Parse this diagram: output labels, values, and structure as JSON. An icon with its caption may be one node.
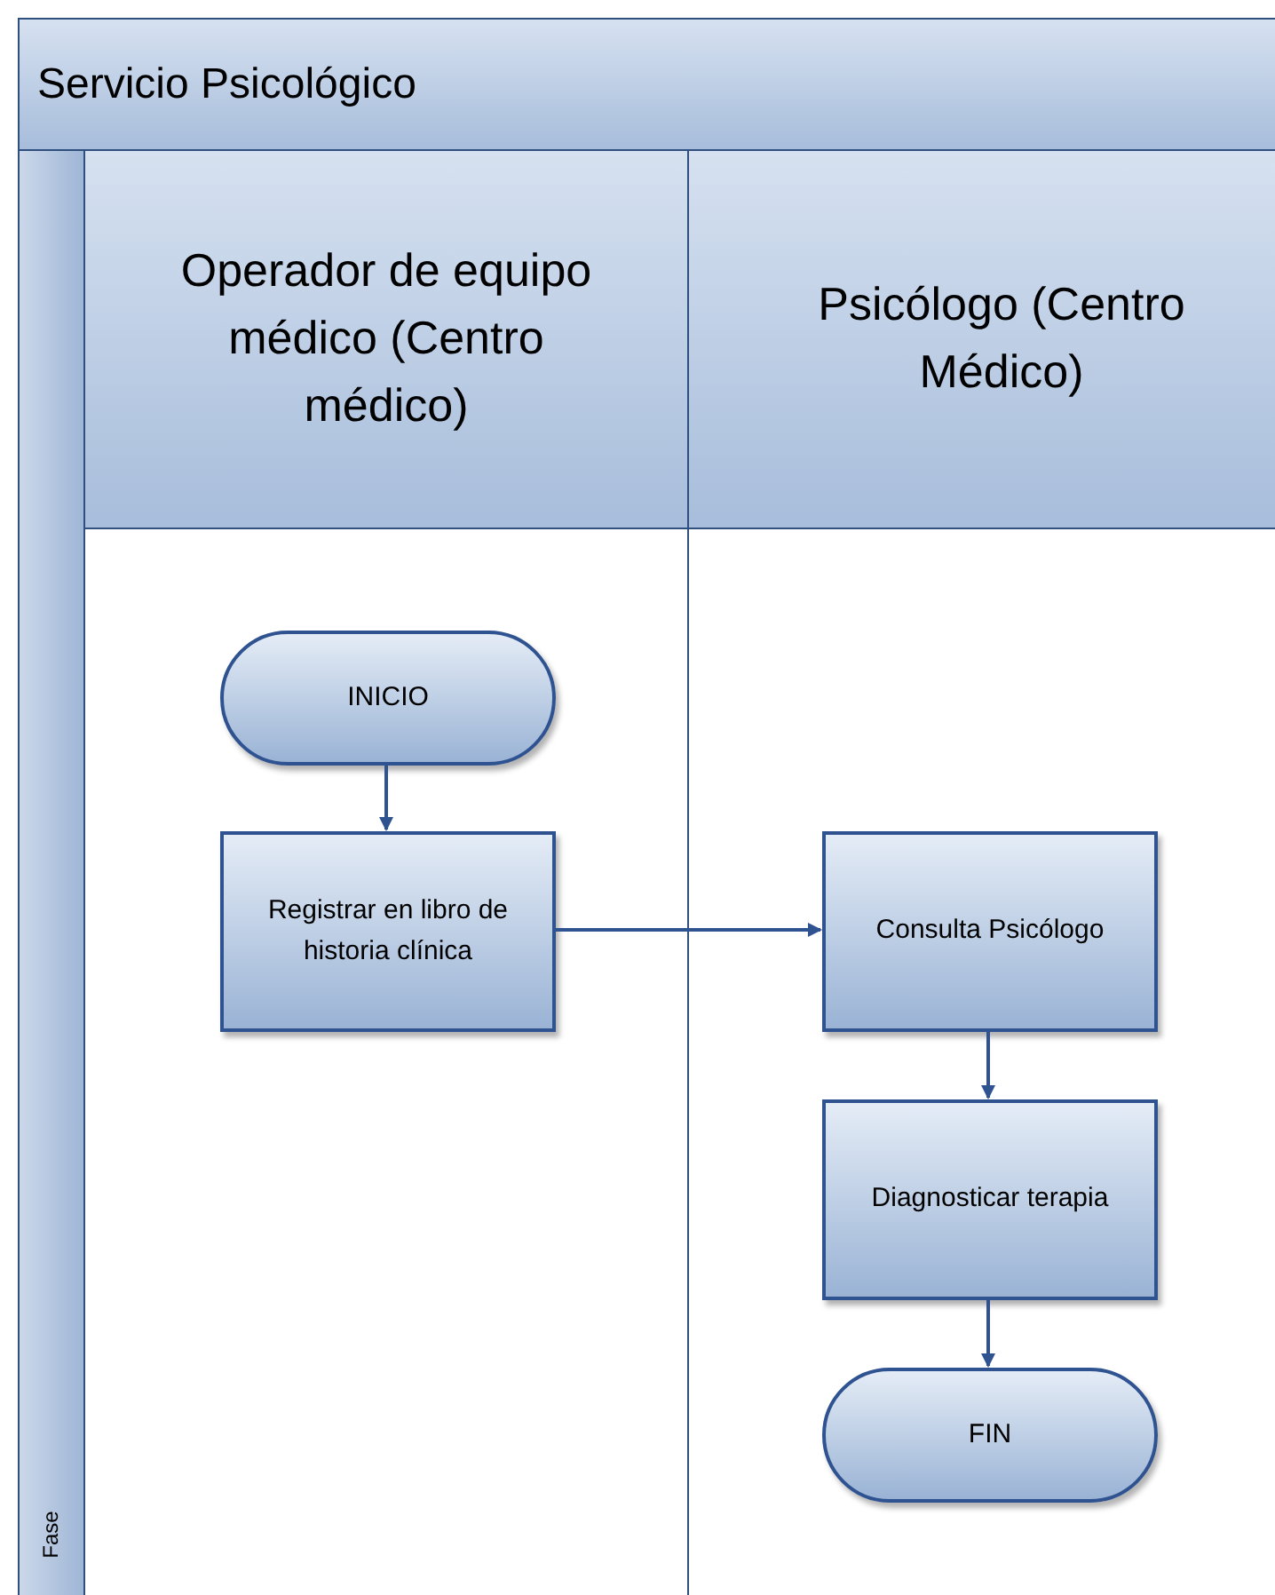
{
  "diagram": {
    "nodes": [
      {
        "text": [
          "Servicio Psicológico"
        ]
      },
      {
        "text": [
          "Fase"
        ],
        "in": 0
      },
      {
        "text": [
          "Operador de equipo médico (Centro médico)"
        ],
        "in": 0
      },
      {
        "text": [
          "Psicólogo (Centro Médico)"
        ],
        "in": 0
      },
      {
        "text": [
          "INICIO"
        ],
        "in": 2
      },
      {
        "text": [
          "Registrar en libro de historia clínica"
        ],
        "in": 2
      },
      {
        "text": [
          "Consulta Psicólogo"
        ],
        "in": 3
      },
      {
        "text": [
          "Diagnosticar terapia"
        ],
        "in": 3
      },
      {
        "text": [
          "FIN"
        ],
        "in": 3
      }
    ],
    "edges": [
      {
        "from": 4,
        "to": 5,
        "arrow": "to"
      },
      {
        "from": 5,
        "to": 6,
        "arrow": "to"
      },
      {
        "from": 6,
        "to": 7,
        "arrow": "to"
      },
      {
        "from": 7,
        "to": 8,
        "arrow": "to"
      }
    ]
  }
}
